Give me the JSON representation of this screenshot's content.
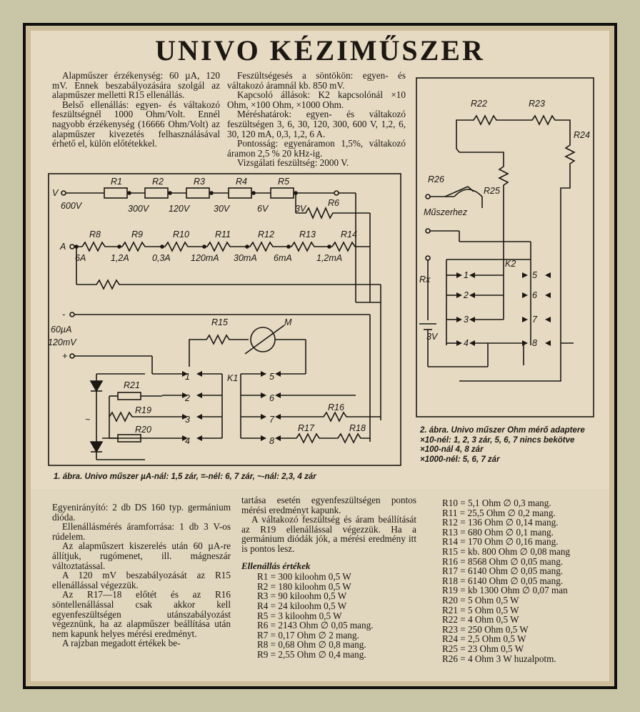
{
  "title": "UNIVO KÉZIMŰSZER",
  "intro_left": [
    "Alapműszer érzékenység: 60 µA, 120 mV. Ennek beszabályozására szolgál az alapműszer melletti R15 ellenállás.",
    "Belső ellenállás: egyen- és váltakozó feszültségnél 1000 Ohm/Volt. Ennél nagyobb érzékenység (16666 Ohm/Volt) az alapműszer kivezetés felhasználásával érhető el, külön előtétekkel."
  ],
  "intro_right": [
    "Feszültségesés a söntökön: egyen- és váltakozó áramnál kb. 850 mV.",
    "Kapcsoló állások: K2 kapcsolónál ×10 Ohm, ×100 Ohm, ×1000 Ohm.",
    "Méréshatárok: egyen- és váltakozó feszültségen 3, 6, 30, 120, 300, 600 V, 1,2, 6, 30, 120 mA, 0,3, 1,2, 6 A.",
    "Pontosság: egyenáramon 1,5%, váltakozó áramon 2,5 % 20 kHz-ig.",
    "Vizsgálati feszültség: 2000 V."
  ],
  "figure1": {
    "labels": {
      "V": "V",
      "A": "A",
      "v600": "600V",
      "v300": "300V",
      "v120": "120V",
      "v30": "30V",
      "v6": "6V",
      "v3": "3V",
      "a6": "6A",
      "a12": "1,2A",
      "a03": "0,3A",
      "ma120": "120mA",
      "ma30": "30mA",
      "ma6": "6mA",
      "ma12": "1,2mA",
      "minus": "-",
      "plus": "+",
      "ua60": "60µA",
      "mv120": "120mV",
      "tilde": "~",
      "R1": "R1",
      "R2": "R2",
      "R3": "R3",
      "R4": "R4",
      "R5": "R5",
      "R6": "R6",
      "R8": "R8",
      "R9": "R9",
      "R10": "R10",
      "R11": "R11",
      "R12": "R12",
      "R13": "R13",
      "R14": "R14",
      "R15": "R15",
      "R16": "R16",
      "R17": "R17",
      "R18": "R18",
      "R19": "R19",
      "R20": "R20",
      "R21": "R21",
      "M": "M",
      "K1": "K1",
      "s1": "1",
      "s2": "2",
      "s3": "3",
      "s4": "4",
      "s5": "5",
      "s6": "6",
      "s7": "7",
      "s8": "8"
    },
    "caption": "1. ábra. Univo műszer µA-nál: 1,5 zár, =-nél: 6, 7 zár, ~-nál: 2,3, 4 zár"
  },
  "figure2": {
    "labels": {
      "R22": "R22",
      "R23": "R23",
      "R24": "R24",
      "R25": "R25",
      "R26": "R26",
      "Rx": "Rx",
      "K2": "K2",
      "muszerhez": "Műszerhez",
      "bat": "3V",
      "s1": "1",
      "s2": "2",
      "s3": "3",
      "s4": "4",
      "s5": "5",
      "s6": "6",
      "s7": "7",
      "s8": "8"
    },
    "caption": [
      "2. ábra. Univo műszer Ohm mérő adaptere",
      "×10-nél: 1, 2, 3 zár, 5, 6, 7 nincs bekötve",
      "×100-nál 4, 8 zár",
      "×1000-nél: 5, 6, 7 zár"
    ]
  },
  "bottom_left": [
    "Egyenirányító: 2 db DS 160 typ. germánium dióda.",
    "Ellenállásmérés áramforrása: 1 db 3 V-os rúdelem.",
    "Az alapműszert kiszerelés után 60 µA-re állítjuk, rugómenet, ill. mágneszár változtatással.",
    "A 120 mV beszabályozását az R15 ellenállással végezzük.",
    "Az R17—18 előtét és az R16 söntellenállással csak akkor kell egyenfeszültségen utánszabályozást végeznünk, ha az alapműszer beállítása után nem kapunk helyes mérési eredményt.",
    "A rajzban megadott értékek be-"
  ],
  "bottom_mid": [
    "tartása esetén egyenfeszültségen pontos mérési eredményt kapunk.",
    "A váltakozó feszültség és áram beállítását az R19 ellenállással végezzük. Ha a germánium diódák jók, a mérési eredmény itt is pontos lesz."
  ],
  "resistor_heading": "Ellenállás értékek",
  "resistors_a": [
    "R1 = 300 kiloohm 0,5 W",
    "R2 = 180 kiloohm 0,5 W",
    "R3 = 90 kiloohm 0,5 W",
    "R4 = 24 kiloohm 0,5 W",
    "R5 = 3 kiloohm 0,5 W",
    "R6 = 2143 Ohm ∅ 0,05 mang.",
    "R7 = 0,17 Ohm ∅ 2 mang.",
    "R8 = 0,68 Ohm ∅ 0,8 mang.",
    "R9 = 2,55 Ohm ∅ 0,4 mang."
  ],
  "resistors_b": [
    "R10 = 5,1 Ohm ∅ 0,3 mang.",
    "R11 = 25,5 Ohm ∅ 0,2 mang.",
    "R12 = 136 Ohm ∅ 0,14 mang.",
    "R13 = 680 Ohm ∅ 0,1 mang.",
    "R14 = 170 Ohm ∅ 0,16 mang.",
    "R15 = kb. 800 Ohm ∅ 0,08 mang",
    "R16 = 8568 Ohm ∅ 0,05 mang.",
    "R17 = 6140 Ohm ∅ 0,05 mang.",
    "R18 = 6140 Ohm ∅ 0,05 mang.",
    "R19 = kb 1300 Ohm ∅ 0,07 man",
    "R20 = 5 Ohm 0,5 W",
    "R21 = 5 Ohm 0,5 W",
    "R22 = 4 Ohm 0,5 W",
    "R23 = 250 Ohm 0,5 W",
    "R24 = 2,5 Ohm 0,5 W",
    "R25 = 23 Ohm 0,5 W",
    "R26 = 4 Ohm 3 W huzalpotm."
  ]
}
